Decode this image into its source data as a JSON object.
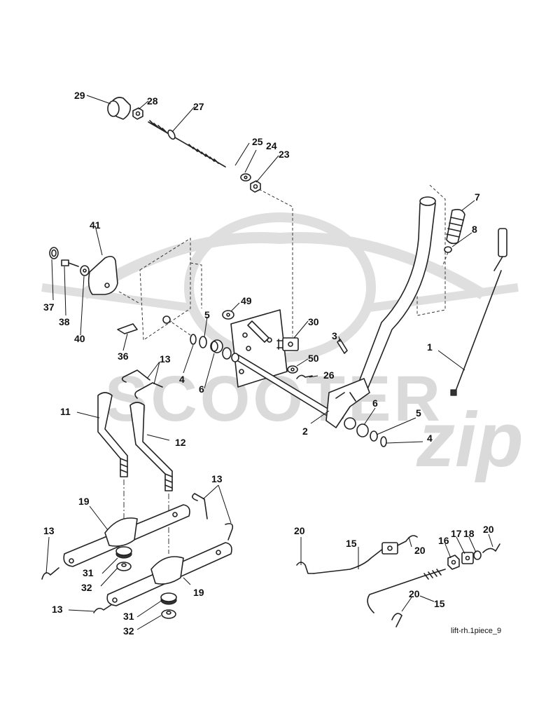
{
  "watermark": {
    "brand": "SCOOTER",
    "sub": "zip"
  },
  "caption": "lift-rh.1piece_9",
  "callouts": [
    "29",
    "28",
    "27",
    "25",
    "24",
    "23",
    "41",
    "37",
    "38",
    "40",
    "49",
    "5",
    "30",
    "3",
    "36",
    "13",
    "4",
    "6",
    "50",
    "26",
    "11",
    "12",
    "2",
    "7",
    "8",
    "1",
    "19",
    "31",
    "32",
    "20",
    "15",
    "16",
    "17",
    "18"
  ],
  "colors": {
    "line": "#222222",
    "watermark": "#d6d6d6"
  }
}
